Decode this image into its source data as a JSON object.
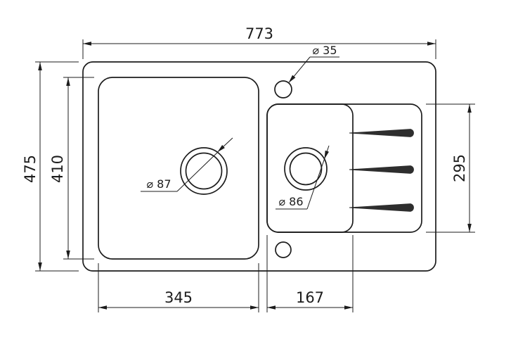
{
  "page": {
    "background": "#ffffff",
    "ink_color": "#1c1c1c"
  },
  "drawing": {
    "kind": "technical-dimension-drawing",
    "subject": "kitchen sink with main bowl, half bowl and drainer grooves, top view",
    "dimensions": {
      "overall_width": "773",
      "overall_height": "475",
      "bowl_opening_height": "410",
      "drainer_section_height": "295",
      "main_bowl_width": "345",
      "small_bowl_width": "167"
    },
    "callouts": {
      "tap_hole_diameter": "⌀ 35",
      "main_drain_diameter": "⌀ 87",
      "small_drain_diameter": "⌀ 86"
    }
  }
}
